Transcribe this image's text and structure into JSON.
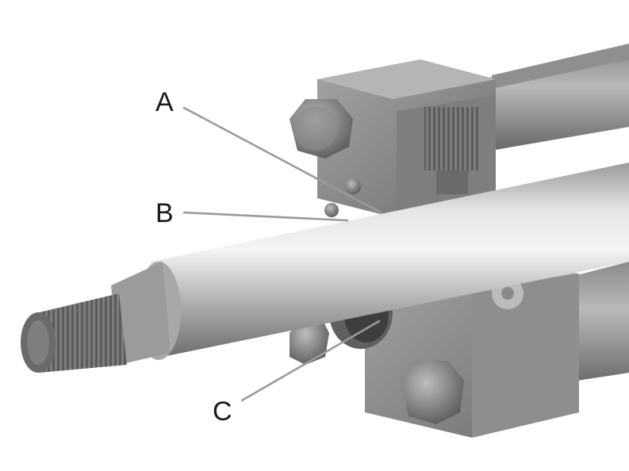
{
  "callouts": [
    {
      "id": "A",
      "label": "A"
    },
    {
      "id": "B",
      "label": "B"
    },
    {
      "id": "C",
      "label": "C"
    }
  ],
  "colors": {
    "background": "#ffffff",
    "body_metal": "#8c8c8c",
    "rod_metal": "#c8c8c8",
    "leader_line": "#9a9a9a",
    "label_text": "#1a1a1a"
  }
}
